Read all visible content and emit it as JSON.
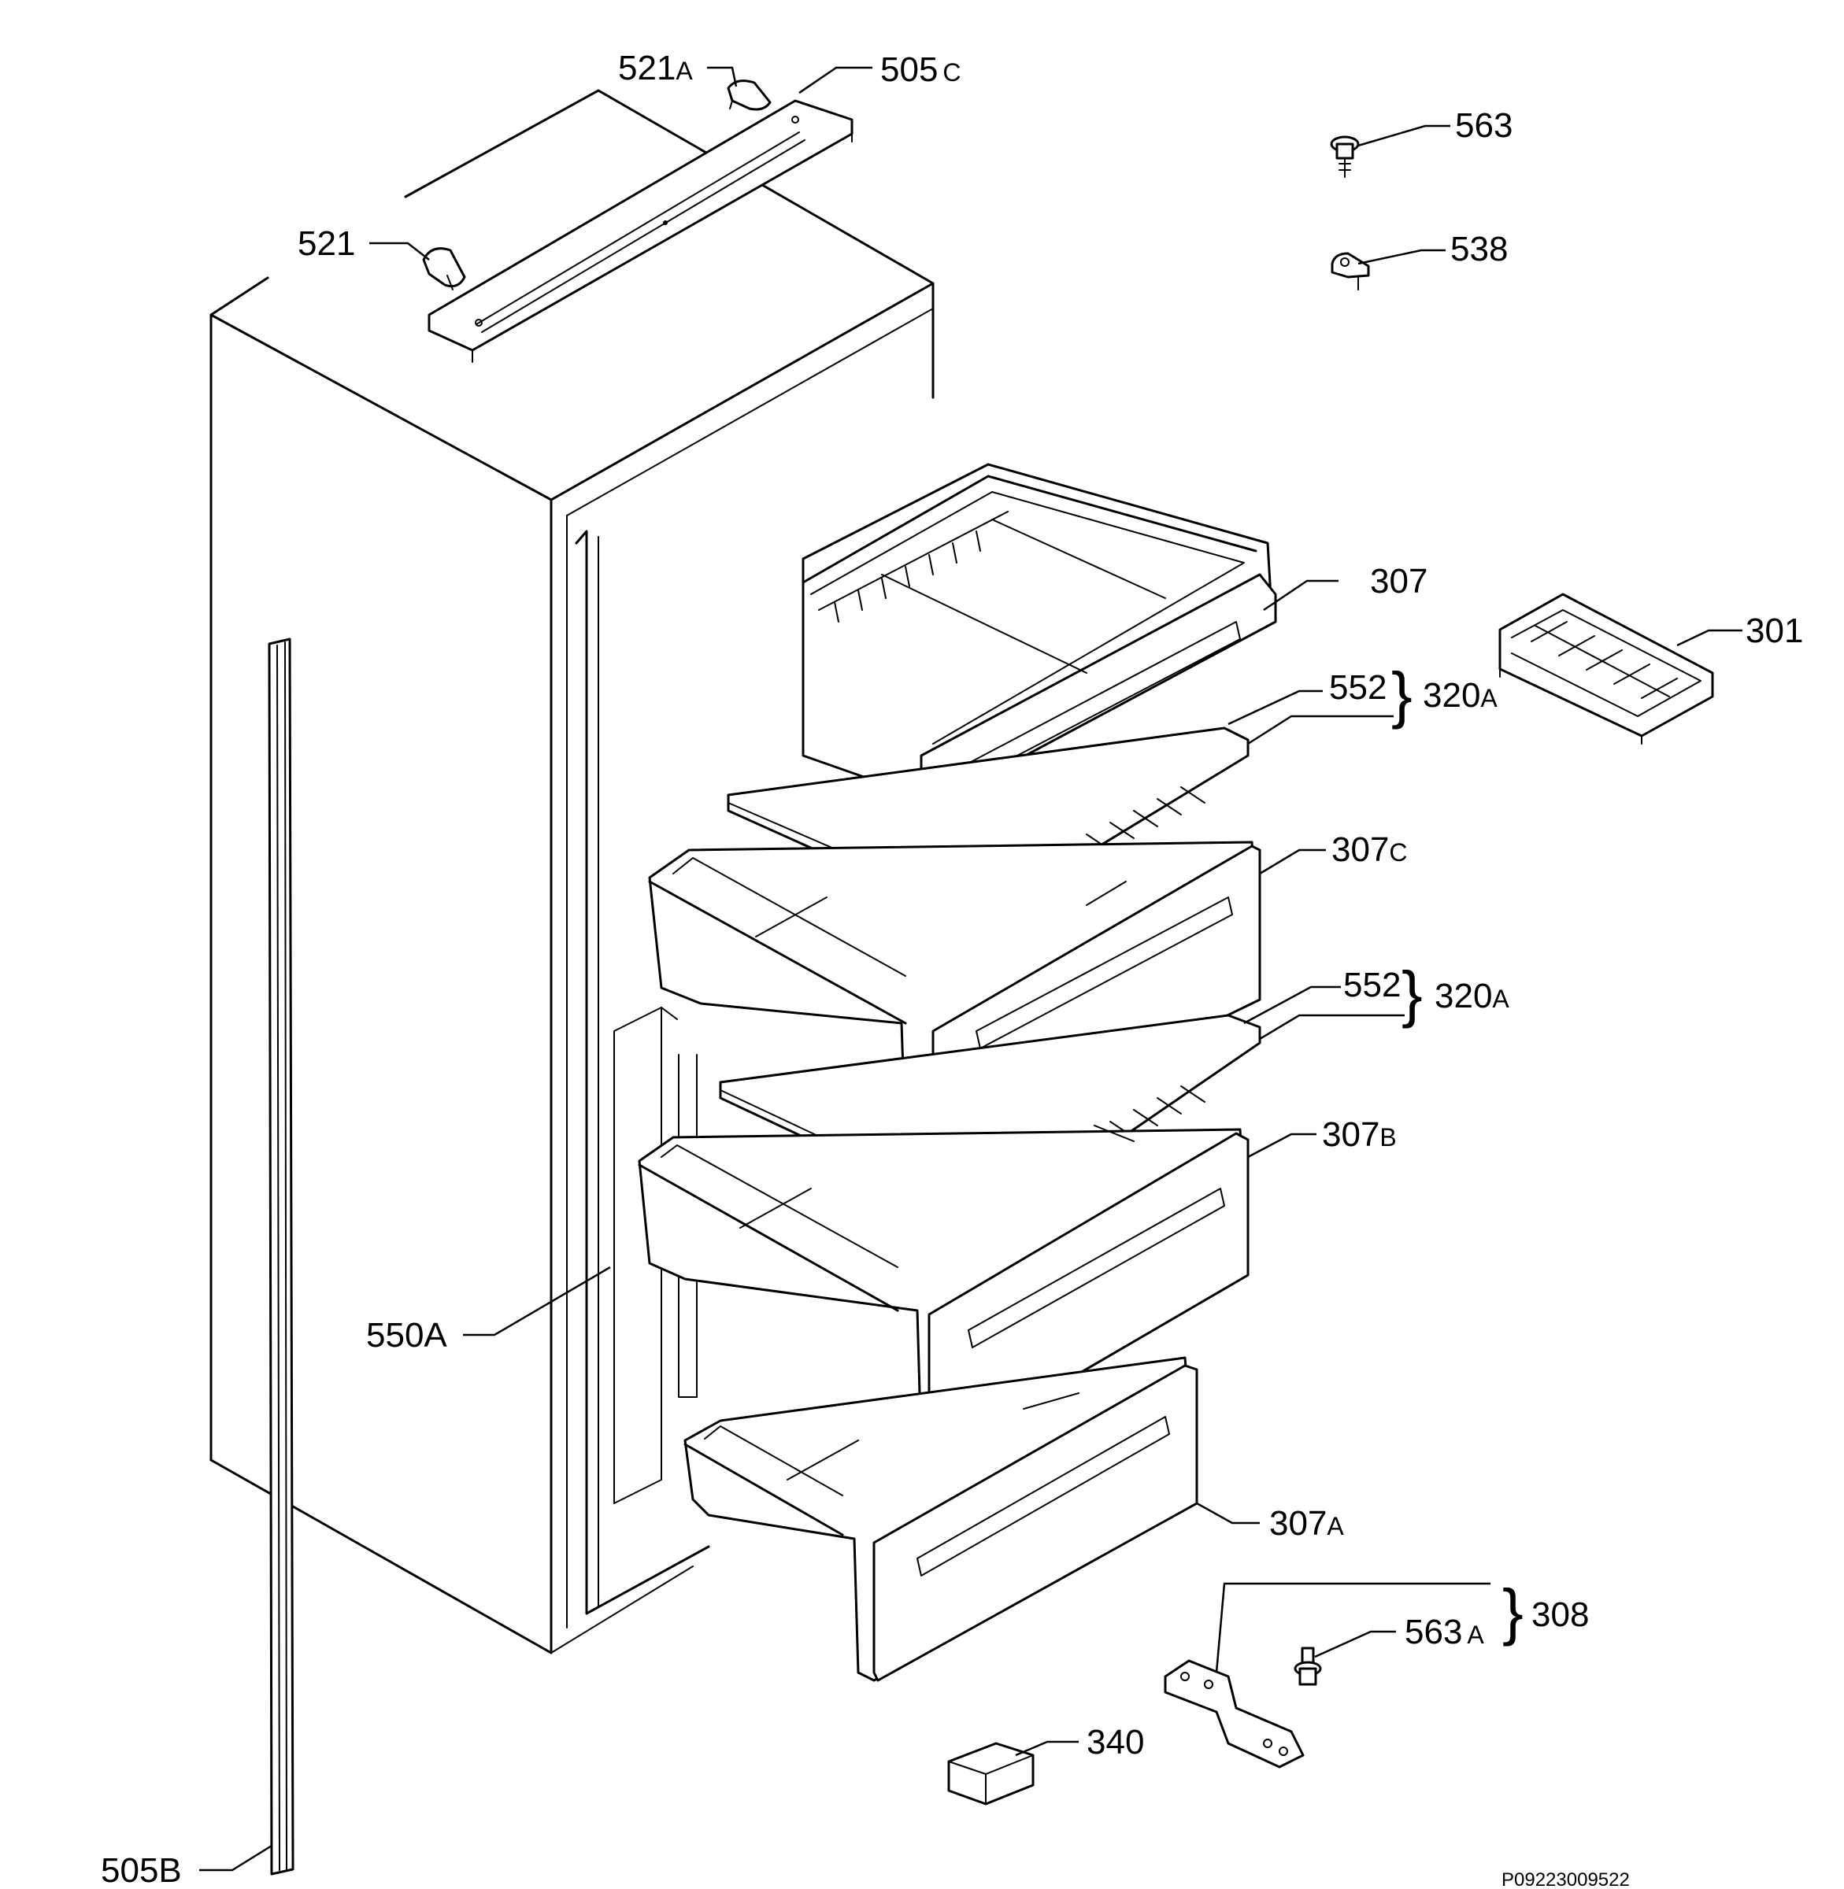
{
  "labels": {
    "p521A": {
      "num": "521",
      "suffix": "A"
    },
    "p505C": {
      "num": "505",
      "suffix": "C"
    },
    "p563": {
      "num": "563"
    },
    "p521": {
      "num": "521"
    },
    "p538": {
      "num": "538"
    },
    "p307": {
      "num": "307"
    },
    "p301": {
      "num": "301"
    },
    "p552_top": {
      "num": "552"
    },
    "p320A_top": {
      "num": "320",
      "suffix": "A"
    },
    "p307C": {
      "num": "307",
      "suffix": "C"
    },
    "p552_mid": {
      "num": "552"
    },
    "p320A_mid": {
      "num": "320",
      "suffix": "A"
    },
    "p307B": {
      "num": "307",
      "suffix": "B"
    },
    "p550A": {
      "num": "550A"
    },
    "p307A": {
      "num": "307",
      "suffix": "A"
    },
    "p308": {
      "num": "308"
    },
    "p563A": {
      "num": "563",
      "suffix": "A"
    },
    "p340": {
      "num": "340"
    },
    "p505B": {
      "num": "505B"
    }
  },
  "drawing_code": "P09223009522"
}
